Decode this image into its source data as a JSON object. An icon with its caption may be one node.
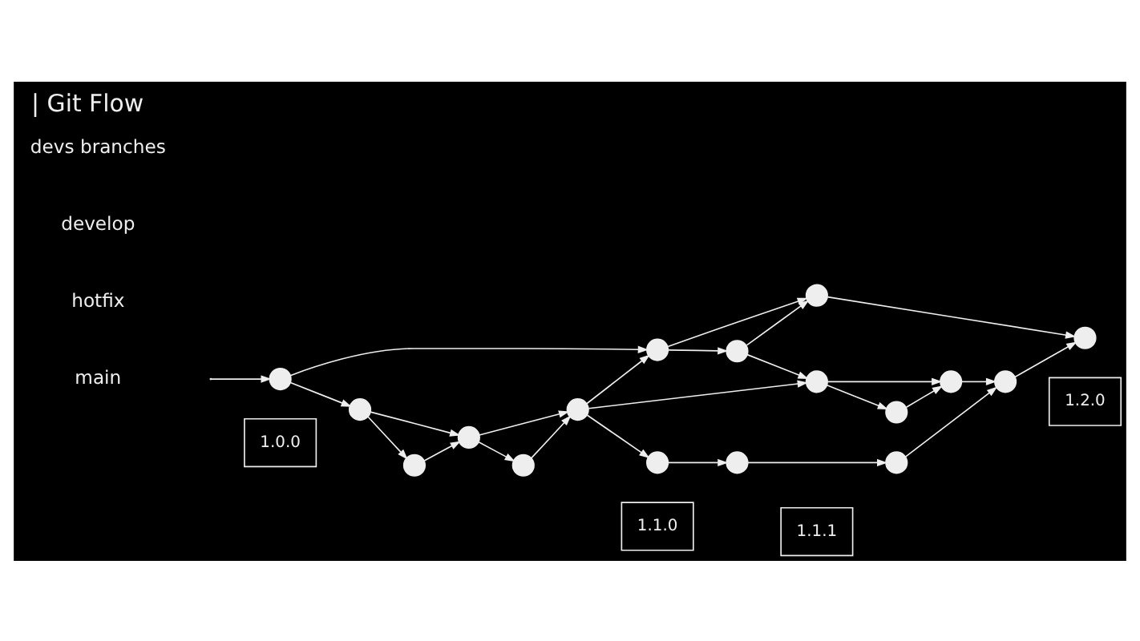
{
  "diagram": {
    "title": "| Git Flow",
    "nodes": [
      {
        "text": [
          "1.0.0"
        ]
      },
      {
        "text": [
          "1.1.0"
        ]
      },
      {
        "text": [
          "1.1.1"
        ]
      },
      {
        "text": [
          "1.2.0"
        ]
      },
      {
        "text": [],
        "shape": "circle"
      },
      {
        "text": [],
        "shape": "circle"
      },
      {
        "text": [],
        "shape": "circle"
      },
      {
        "text": [],
        "shape": "circle"
      },
      {
        "text": [],
        "shape": "circle"
      },
      {
        "text": [],
        "shape": "circle"
      },
      {
        "text": [],
        "shape": "circle"
      },
      {
        "text": [],
        "shape": "circle"
      },
      {
        "text": [],
        "shape": "circle"
      },
      {
        "text": [],
        "shape": "circle"
      },
      {
        "text": [],
        "shape": "circle"
      },
      {
        "text": [],
        "shape": "circle"
      },
      {
        "text": [],
        "shape": "circle"
      },
      {
        "text": [],
        "shape": "circle"
      },
      {
        "text": [],
        "shape": "circle"
      },
      {
        "text": [],
        "shape": "circle"
      },
      {
        "text": [],
        "shape": "circle"
      }
    ],
    "edges": [
      {
        "from": null,
        "to": 4,
        "arrow": "to"
      },
      {
        "from": 4,
        "to": 5,
        "arrow": "to"
      },
      {
        "from": 5,
        "to": 6,
        "arrow": "to"
      },
      {
        "from": 6,
        "to": 7,
        "arrow": "to"
      },
      {
        "from": 4,
        "to": 9,
        "arrow": "to"
      },
      {
        "from": 9,
        "to": 10,
        "arrow": "to"
      },
      {
        "from": 10,
        "to": 11,
        "arrow": "to"
      },
      {
        "from": 9,
        "to": 15,
        "arrow": "to"
      },
      {
        "from": 15,
        "to": 10,
        "arrow": "to"
      },
      {
        "from": 10,
        "to": 16,
        "arrow": "to"
      },
      {
        "from": 16,
        "to": 11,
        "arrow": "to"
      },
      {
        "from": 11,
        "to": 5,
        "arrow": "to"
      },
      {
        "from": 5,
        "to": 8,
        "arrow": "to"
      },
      {
        "from": 8,
        "to": 6,
        "arrow": "to"
      },
      {
        "from": 8,
        "to": 12,
        "arrow": "to"
      },
      {
        "from": 11,
        "to": 12,
        "arrow": "to"
      },
      {
        "from": 12,
        "to": 13,
        "arrow": "to"
      },
      {
        "from": 13,
        "to": 14,
        "arrow": "to"
      },
      {
        "from": 12,
        "to": 17,
        "arrow": "to"
      },
      {
        "from": 17,
        "to": 13,
        "arrow": "to"
      },
      {
        "from": 11,
        "to": 18,
        "arrow": "to"
      },
      {
        "from": 18,
        "to": 19,
        "arrow": "to"
      },
      {
        "from": 19,
        "to": 20,
        "arrow": "to"
      },
      {
        "from": 20,
        "to": 14,
        "arrow": "to"
      },
      {
        "from": 14,
        "to": 7,
        "arrow": "to"
      }
    ],
    "labels": [
      "main",
      "hotfix",
      "develop",
      "devs branches"
    ]
  }
}
